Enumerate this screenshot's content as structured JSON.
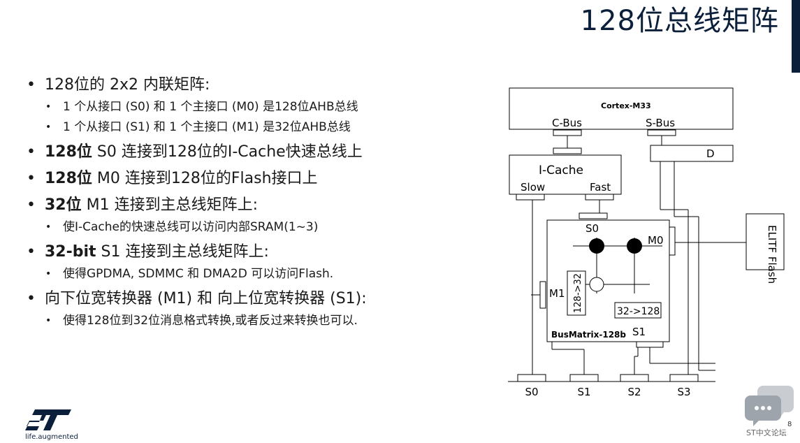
{
  "slide": {
    "title": "128位总线矩阵",
    "page_number": "8",
    "watermark": "ST中文论坛",
    "logo_tagline": "life.augmented"
  },
  "bullets": [
    {
      "parts": [
        {
          "text": "128位的 2x2 内联矩阵:",
          "bold": false
        }
      ],
      "subs": [
        "1 个从接口 (S0) 和 1 个主接口 (M0) 是128位AHB总线",
        "1 个从接口 (S1) 和 1 个主接口 (M1) 是32位AHB总线"
      ]
    },
    {
      "parts": [
        {
          "text": "128位",
          "bold": true
        },
        {
          "text": " S0 连接到128位的I-Cache快速总线上",
          "bold": false
        }
      ],
      "subs": []
    },
    {
      "parts": [
        {
          "text": "128位",
          "bold": true
        },
        {
          "text": " M0 连接到128位的Flash接口上",
          "bold": false
        }
      ],
      "subs": []
    },
    {
      "parts": [
        {
          "text": "32位",
          "bold": true
        },
        {
          "text": " M1 连接到主总线矩阵上:",
          "bold": false
        }
      ],
      "subs": [
        "使I-Cache的快速总线可以访问内部SRAM(1~3)"
      ]
    },
    {
      "parts": [
        {
          "text": "32-bit",
          "bold": true
        },
        {
          "text": " S1 连接到主总线矩阵上:",
          "bold": false
        }
      ],
      "subs": [
        "使得GPDMA, SDMMC 和 DMA2D 可以访问Flash."
      ]
    },
    {
      "parts": [
        {
          "text": "向下位宽转换器 (M1) 和 向上位宽转换器 (S1):",
          "bold": false
        }
      ],
      "subs": [
        "使得128位到32位消息格式转换,或者反过来转换也可以."
      ]
    }
  ],
  "diagram": {
    "cortex_label": "Cortex-M33",
    "cbus_label": "C-Bus",
    "sbus_label": "S-Bus",
    "d_label": "D",
    "icache_label": "I-Cache",
    "slow_label": "Slow",
    "fast_label": "Fast",
    "s0_label": "S0",
    "m0_label": "M0",
    "m1_label": "M1",
    "s1_label": "S1",
    "down_conv_label": "128->32",
    "up_conv_label": "32->128",
    "busmatrix_label": "BusMatrix-128b",
    "flash_label": "ELITF Flash",
    "bottom_ports": [
      "S0",
      "S1",
      "S2",
      "S3"
    ]
  },
  "colors": {
    "title": "#0b1f3a",
    "logo": "#0b1f3a",
    "bar": "#0b1f3a"
  }
}
